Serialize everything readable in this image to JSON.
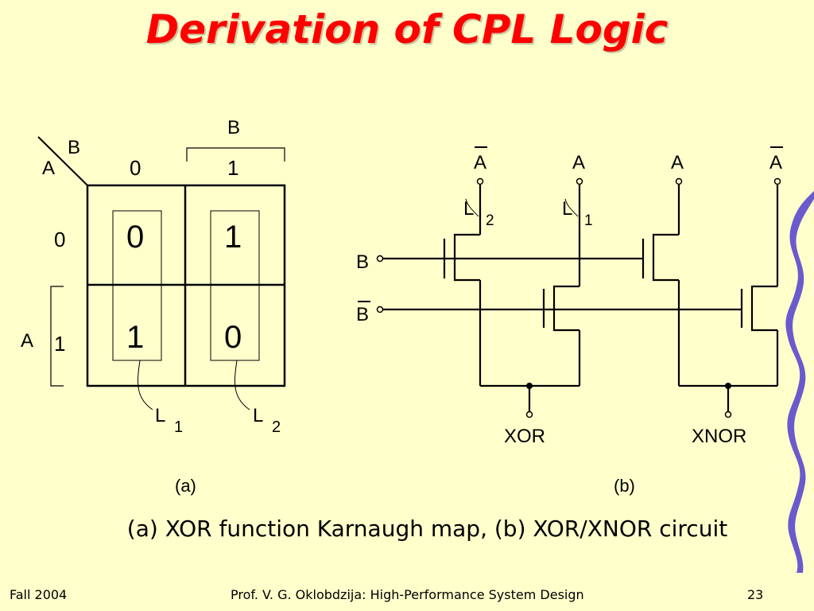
{
  "slide": {
    "title": "Derivation of  CPL Logic",
    "caption": "(a) XOR function Karnaugh map, (b) XOR/XNOR circuit",
    "footer_left": "Fall 2004",
    "footer_center": "Prof. V. G. Oklobdzija: High-Performance System Design",
    "footer_right": "23"
  },
  "kmap": {
    "corner_a": "A",
    "corner_b": "B",
    "b_bracket": "B",
    "a_bracket": "A",
    "col_headers": [
      "0",
      "1"
    ],
    "row_headers": [
      "0",
      "1"
    ],
    "cells": [
      "0",
      "1",
      "1",
      "0"
    ],
    "group1_letter": "L",
    "group1_sub": "1",
    "group2_letter": "L",
    "group2_sub": "2",
    "panel_label": "(a)"
  },
  "circuit": {
    "top_inputs": [
      "A",
      "A",
      "A",
      "A"
    ],
    "top_inputs_overbar": [
      true,
      false,
      false,
      true
    ],
    "l2_letter": "L",
    "l2_sub": "2",
    "l1_letter": "L",
    "l1_sub": "1",
    "input_b": "B",
    "input_b_bar": "B",
    "out_xor": "XOR",
    "out_xnor": "XNOR",
    "panel_label": "(b)"
  },
  "colors": {
    "background": "#ffffcc",
    "title": "#ff0000",
    "decoration": "#6a5acd"
  }
}
